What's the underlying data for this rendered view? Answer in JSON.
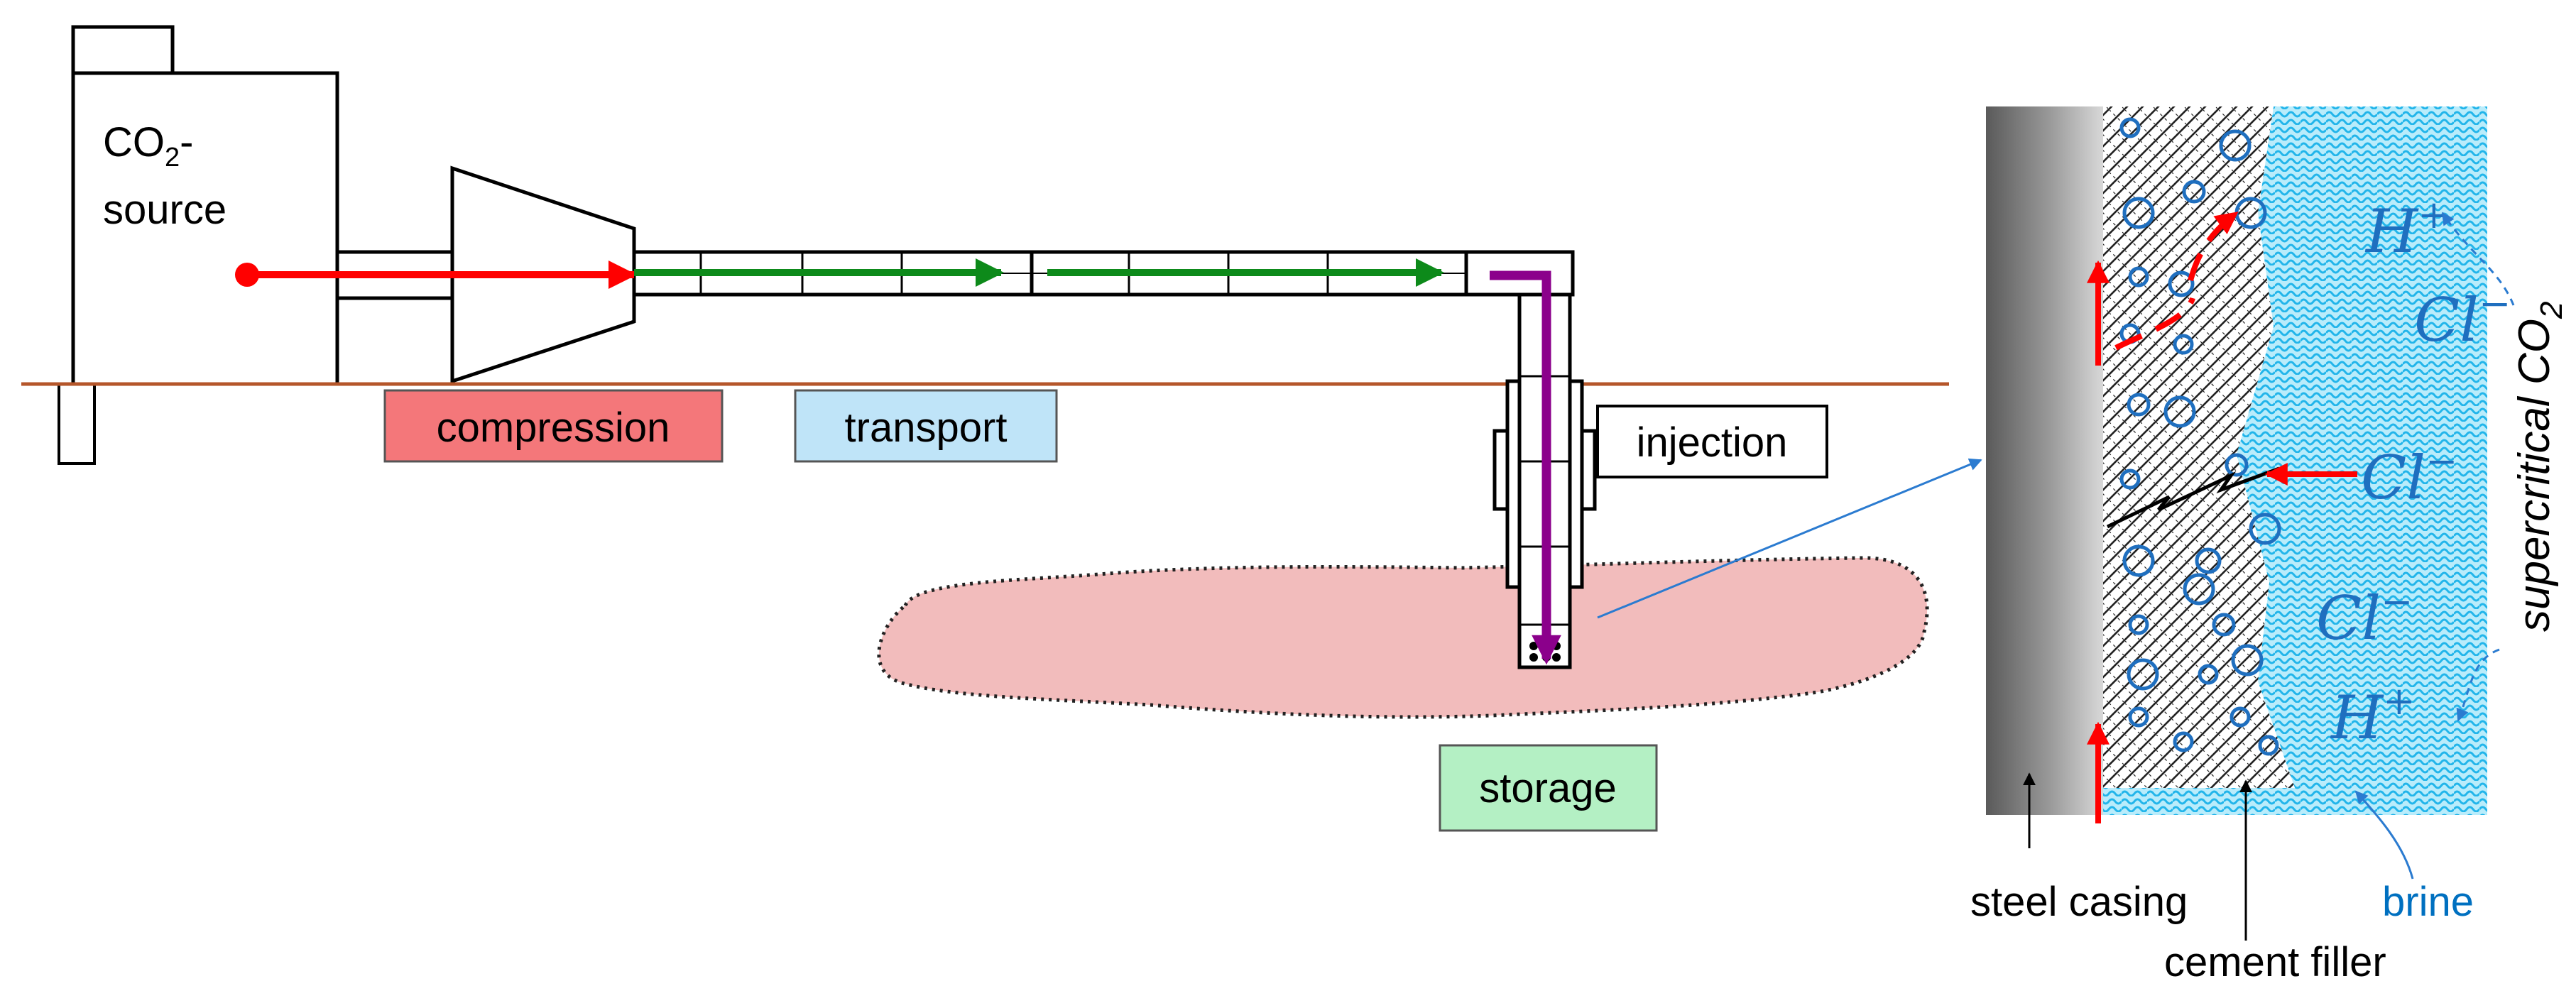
{
  "source": {
    "line1": "CO",
    "sub": "2",
    "line1_tail": "-",
    "line2": "source"
  },
  "stages": {
    "compression": "compression",
    "transport": "transport",
    "injection": "injection",
    "storage": "storage"
  },
  "detail": {
    "ions": {
      "h_top": "H",
      "h_top_sup": "+",
      "cl_1": "Cl",
      "cl_1_sup": "−",
      "cl_2": "Cl",
      "cl_2_sup": "−",
      "cl_3": "Cl",
      "cl_3_sup": "−",
      "h_bottom": "H",
      "h_bottom_sup": "+"
    },
    "supercritical": {
      "text": "supercritical CO",
      "sub": "2"
    },
    "labels": {
      "steel_casing": "steel casing",
      "cement_filler": "cement filler",
      "brine": "brine"
    }
  },
  "colors": {
    "compression_box": "#f4777a",
    "transport_box": "#bfe4f8",
    "storage_box": "#b4f0c4",
    "reservoir": "#f2bcbc",
    "brine": "#33c4ef",
    "ground": "#b5562a",
    "arrow_red": "#ff0000",
    "arrow_green": "#0d8a1a",
    "arrow_purple": "#8b008b",
    "ion_blue": "#1f6fbf"
  }
}
